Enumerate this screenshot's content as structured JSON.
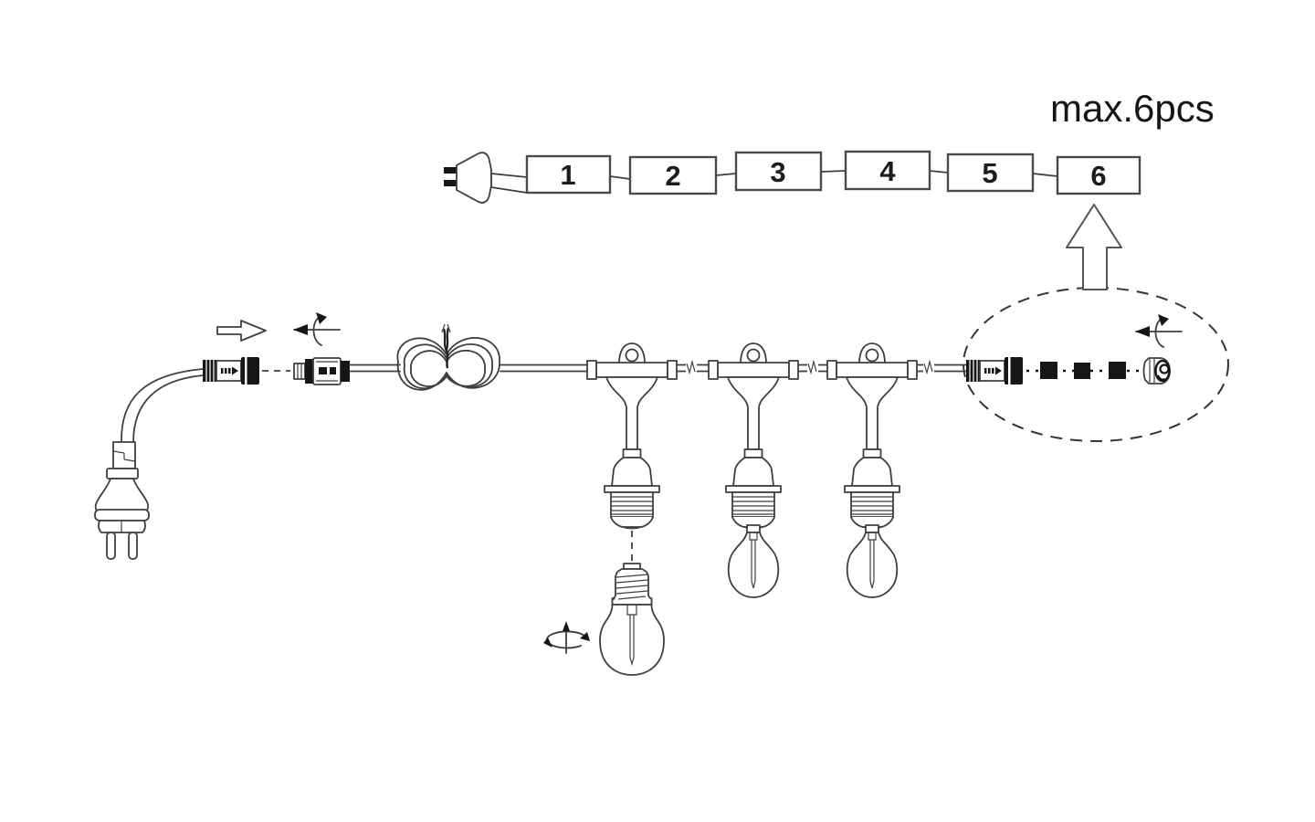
{
  "labels": {
    "max_pieces": "max.6pcs"
  },
  "extension_chain": {
    "boxes": [
      "1",
      "2",
      "3",
      "4",
      "5",
      "6"
    ]
  },
  "diagram": {
    "bulb_count": 3,
    "tee_drop_count": 3,
    "spacer_square_count": 3
  },
  "colors": {
    "line": "#3f3f3f",
    "dark": "#161616",
    "text": "#1c1c1c",
    "background": "#ffffff"
  }
}
